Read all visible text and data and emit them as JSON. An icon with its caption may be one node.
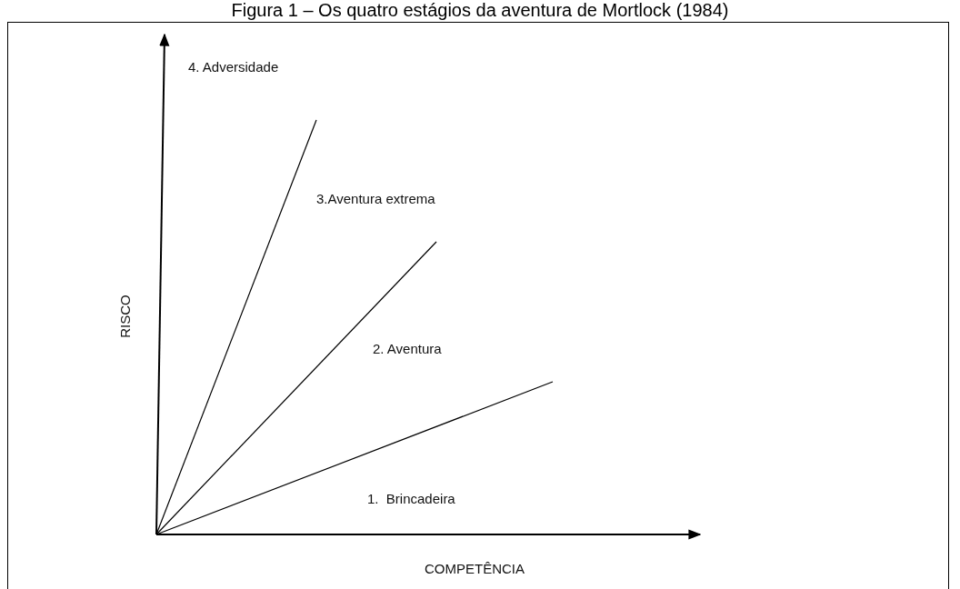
{
  "diagram": {
    "title": "Figura 1 – Os quatro estágios da aventura de Mortlock (1984)",
    "labels": [
      "4. Adversidade",
      "3.Aventura extrema",
      "RISCO",
      "2. Aventura",
      "1.  Brincadeira",
      "COMPETÊNCIA"
    ]
  }
}
